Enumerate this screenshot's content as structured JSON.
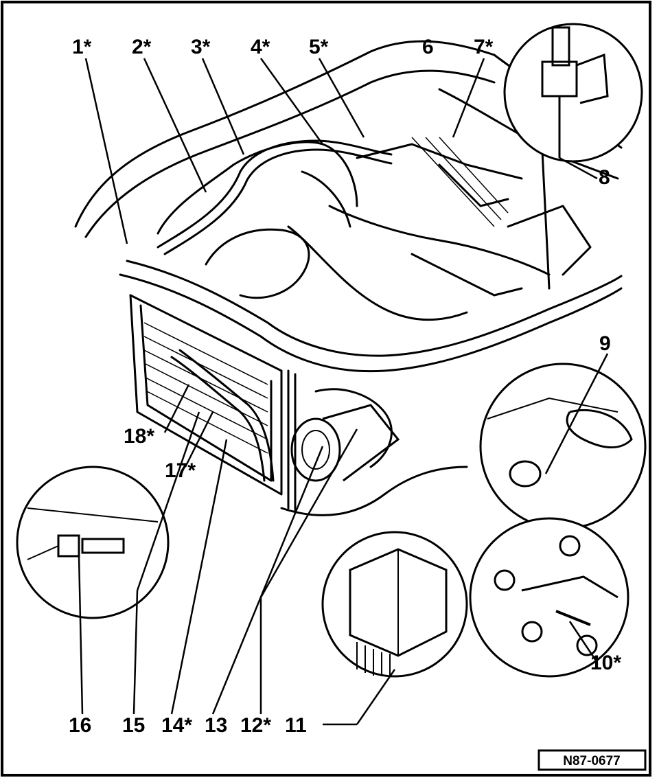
{
  "diagram": {
    "reference_code": "N87-0677",
    "callouts": [
      {
        "id": "1",
        "text": "1*"
      },
      {
        "id": "2",
        "text": "2*"
      },
      {
        "id": "3",
        "text": "3*"
      },
      {
        "id": "4",
        "text": "4*"
      },
      {
        "id": "5",
        "text": "5*"
      },
      {
        "id": "6",
        "text": "6"
      },
      {
        "id": "7",
        "text": "7*"
      },
      {
        "id": "8",
        "text": "8"
      },
      {
        "id": "9",
        "text": "9"
      },
      {
        "id": "10",
        "text": "10*"
      },
      {
        "id": "11",
        "text": "11"
      },
      {
        "id": "12",
        "text": "12*"
      },
      {
        "id": "13",
        "text": "13"
      },
      {
        "id": "14",
        "text": "14*"
      },
      {
        "id": "15",
        "text": "15"
      },
      {
        "id": "16",
        "text": "16"
      },
      {
        "id": "17",
        "text": "17*"
      },
      {
        "id": "18",
        "text": "18*"
      }
    ],
    "colors": {
      "ink": "#000000",
      "paper": "#ffffff"
    }
  }
}
